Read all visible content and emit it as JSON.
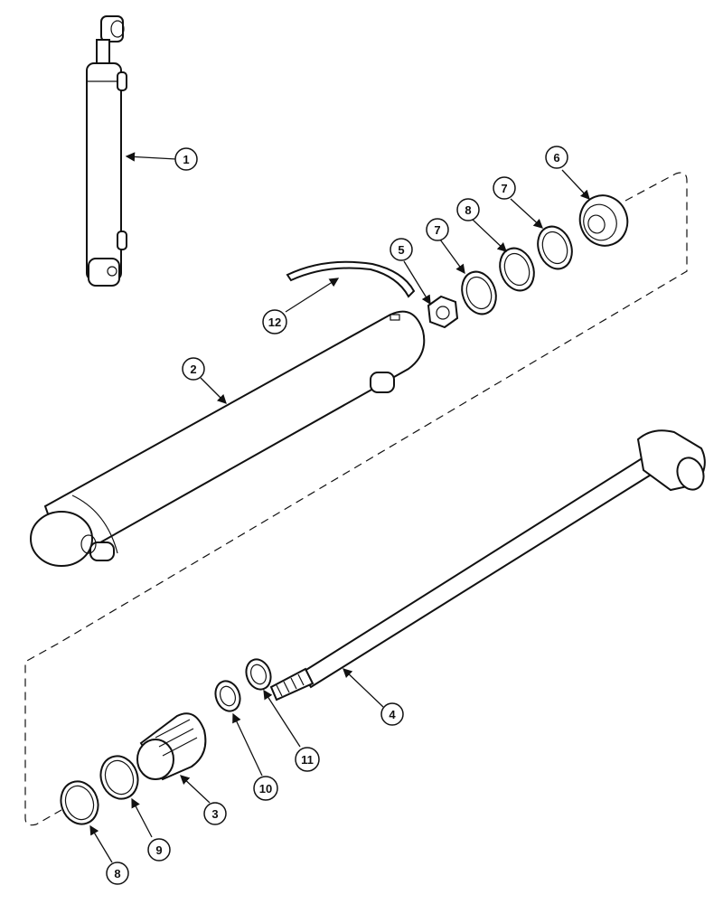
{
  "callouts": [
    {
      "id": "c1",
      "label": "1"
    },
    {
      "id": "c2",
      "label": "2"
    },
    {
      "id": "c3",
      "label": "3"
    },
    {
      "id": "c4",
      "label": "4"
    },
    {
      "id": "c5",
      "label": "5"
    },
    {
      "id": "c6",
      "label": "6"
    },
    {
      "id": "c7a",
      "label": "7"
    },
    {
      "id": "c7b",
      "label": "7"
    },
    {
      "id": "c8a",
      "label": "8"
    },
    {
      "id": "c8b",
      "label": "8"
    },
    {
      "id": "c9",
      "label": "9"
    },
    {
      "id": "c10",
      "label": "10"
    },
    {
      "id": "c11",
      "label": "11"
    },
    {
      "id": "c12",
      "label": "12"
    }
  ]
}
